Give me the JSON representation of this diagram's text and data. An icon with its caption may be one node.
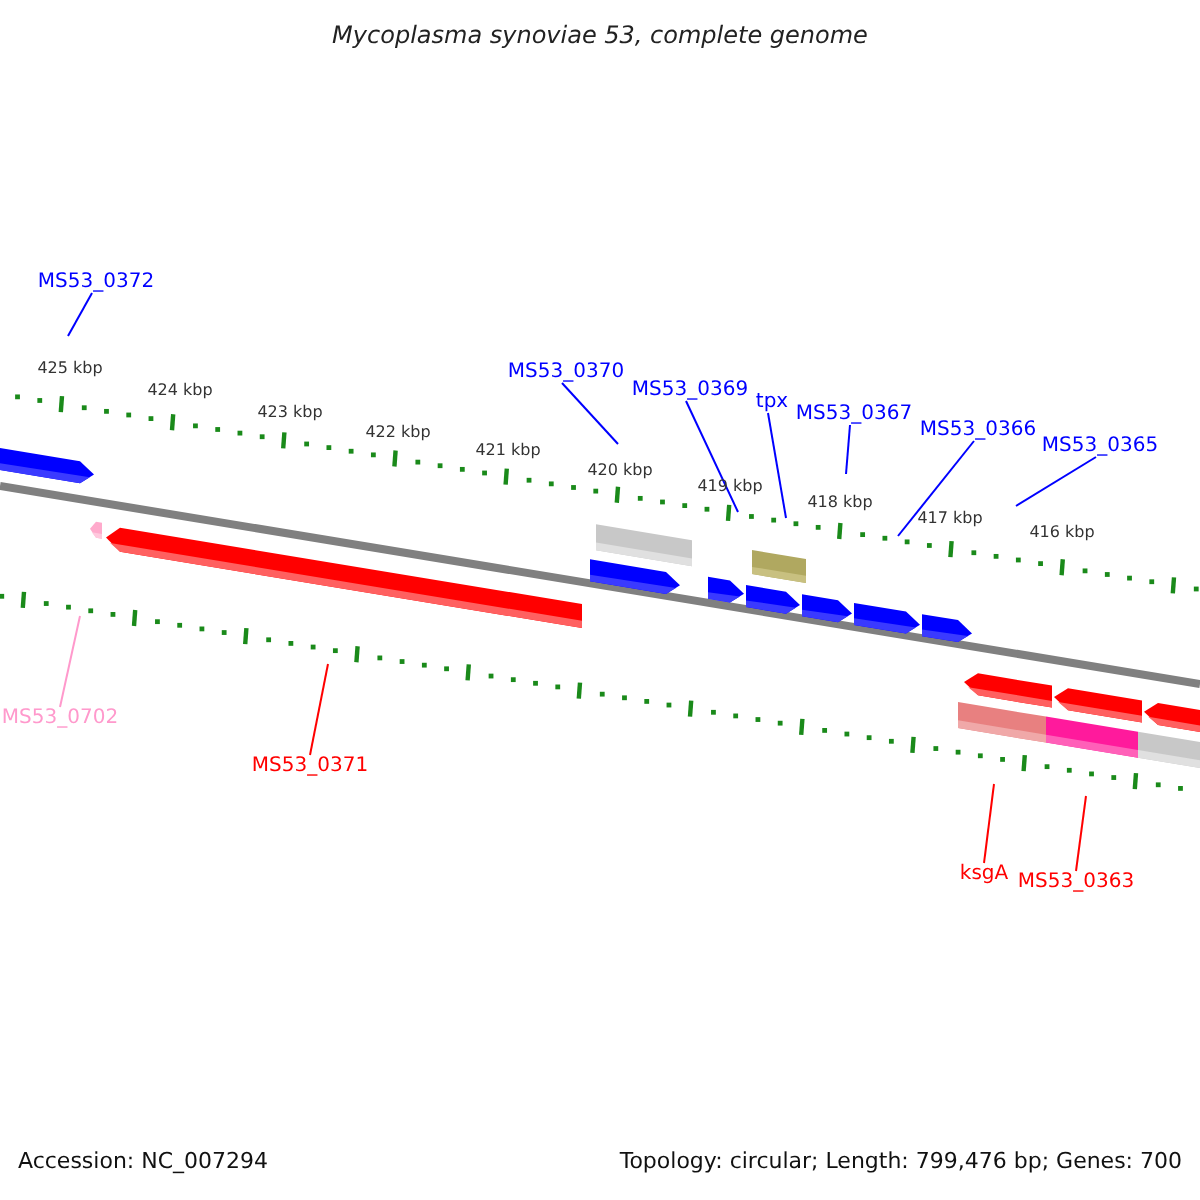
{
  "diagram": {
    "title": "Mycoplasma synoviae 53, complete genome",
    "nodes": [
      {
        "text": [
          "MS53_0372"
        ]
      },
      {
        "text": [
          "MS53_0370"
        ]
      },
      {
        "text": [
          "MS53_0369"
        ]
      },
      {
        "text": [
          "tpx"
        ]
      },
      {
        "text": [
          "MS53_0367"
        ]
      },
      {
        "text": [
          "MS53_0366"
        ]
      },
      {
        "text": [
          "MS53_0365"
        ]
      },
      {
        "text": [
          "MS53_0702"
        ]
      },
      {
        "text": [
          "MS53_0371"
        ]
      },
      {
        "text": [
          "ksgA"
        ]
      },
      {
        "text": [
          "MS53_0363"
        ]
      }
    ],
    "edges": [
      {
        "from": 0,
        "to": null,
        "arrow": "none"
      },
      {
        "from": 1,
        "to": null,
        "arrow": "none"
      },
      {
        "from": 2,
        "to": null,
        "arrow": "none"
      },
      {
        "from": 3,
        "to": null,
        "arrow": "none"
      },
      {
        "from": 4,
        "to": null,
        "arrow": "none"
      },
      {
        "from": 5,
        "to": null,
        "arrow": "none"
      },
      {
        "from": 6,
        "to": null,
        "arrow": "none"
      },
      {
        "from": 7,
        "to": null,
        "arrow": "none",
        "color": "#ff99cc"
      },
      {
        "from": 8,
        "to": null,
        "arrow": "none",
        "color": "#ff0000"
      },
      {
        "from": 9,
        "to": null,
        "arrow": "none",
        "color": "#ff0000"
      },
      {
        "from": 10,
        "to": null,
        "arrow": "none",
        "color": "#ff0000"
      }
    ],
    "labels": [
      "425 kbp",
      "424 kbp",
      "423 kbp",
      "422 kbp",
      "421 kbp",
      "420 kbp",
      "419 kbp",
      "418 kbp",
      "417 kbp",
      "416 kbp",
      "Accession: NC_007294",
      "Topology: circular; Length: 799,476 bp; Genes: 700"
    ]
  }
}
